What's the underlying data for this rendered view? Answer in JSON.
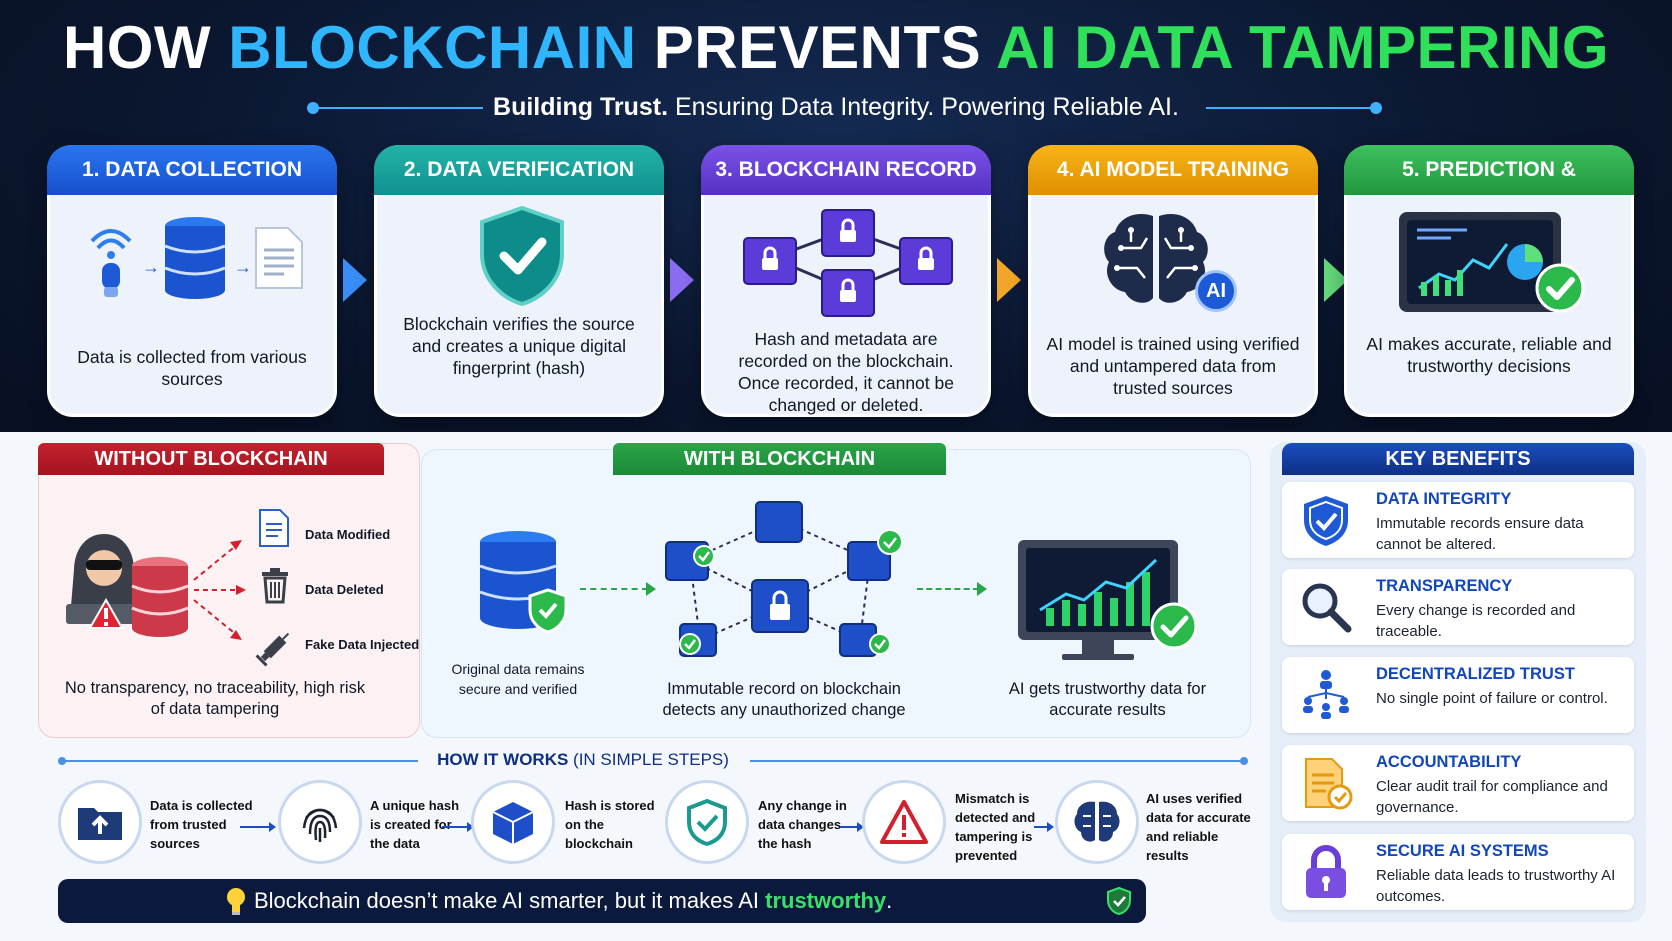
{
  "title": {
    "part1": "HOW ",
    "part2": "BLOCKCHAIN",
    "part3": " PREVENTS ",
    "part4": "AI DATA TAMPERING"
  },
  "subtitle": {
    "bold": "Building Trust.",
    "rest": " Ensuring Data Integrity. Powering Reliable AI."
  },
  "steps": [
    {
      "title": "1. DATA COLLECTION",
      "text": "Data is collected from various sources",
      "color": "#1e63e0"
    },
    {
      "title": "2. DATA VERIFICATION",
      "text": "Blockchain verifies the source and creates a unique digital fingerprint (hash)",
      "color": "#16a0a0"
    },
    {
      "title": "3. BLOCKCHAIN RECORD",
      "text": "Hash and metadata are recorded on the blockchain. Once recorded, it cannot be changed or deleted.",
      "color": "#6a3fd6"
    },
    {
      "title": "4. AI MODEL TRAINING",
      "text": "AI model is trained using verified and untampered data from trusted sources",
      "color": "#f0a300",
      "badge": "AI"
    },
    {
      "title": "5. PREDICTION & DECISIONS",
      "text": "AI makes accurate, reliable and trustworthy decisions",
      "color": "#2aa54a"
    }
  ],
  "without": {
    "title": "WITHOUT BLOCKCHAIN",
    "items": [
      "Data Modified",
      "Data Deleted",
      "Fake Data Injected"
    ],
    "caption": "No transparency, no traceability, high risk of data tampering"
  },
  "with": {
    "title": "WITH BLOCKCHAIN",
    "caption_left": "Original data remains secure and verified",
    "caption_mid": "Immutable record on blockchain detects any unauthorized change",
    "caption_right": "AI gets trustworthy data for accurate results"
  },
  "benefits": {
    "title": "KEY BENEFITS",
    "items": [
      {
        "title": "DATA INTEGRITY",
        "text": "Immutable records ensure data cannot be altered.",
        "icon": "shield-icon"
      },
      {
        "title": "TRANSPARENCY",
        "text": "Every change is recorded and traceable.",
        "icon": "magnifier-icon"
      },
      {
        "title": "DECENTRALIZED TRUST",
        "text": "No single point of failure or control.",
        "icon": "network-people-icon"
      },
      {
        "title": "ACCOUNTABILITY",
        "text": "Clear audit trail for compliance and governance.",
        "icon": "audit-document-icon"
      },
      {
        "title": "SECURE AI SYSTEMS",
        "text": "Reliable data leads to trustworthy AI outcomes.",
        "icon": "lock-icon"
      }
    ]
  },
  "how": {
    "title_bold": "HOW IT WORKS",
    "title_rest": " (IN SIMPLE STEPS)",
    "steps": [
      {
        "text": "Data is collected from trusted sources",
        "icon": "folder-upload-icon"
      },
      {
        "text": "A unique hash is created for the data",
        "icon": "fingerprint-icon"
      },
      {
        "text": "Hash is stored on the blockchain",
        "icon": "block-cube-icon"
      },
      {
        "text": "Any change in data changes the hash",
        "icon": "shield-check-icon"
      },
      {
        "text": "Mismatch is detected and tampering is prevented",
        "icon": "warning-icon"
      },
      {
        "text": "AI uses verified data for accurate and reliable results",
        "icon": "brain-icon"
      }
    ]
  },
  "quote": {
    "main": "Blockchain doesn’t make AI smarter, but it makes AI ",
    "highlight": "trustworthy",
    "end": "."
  }
}
